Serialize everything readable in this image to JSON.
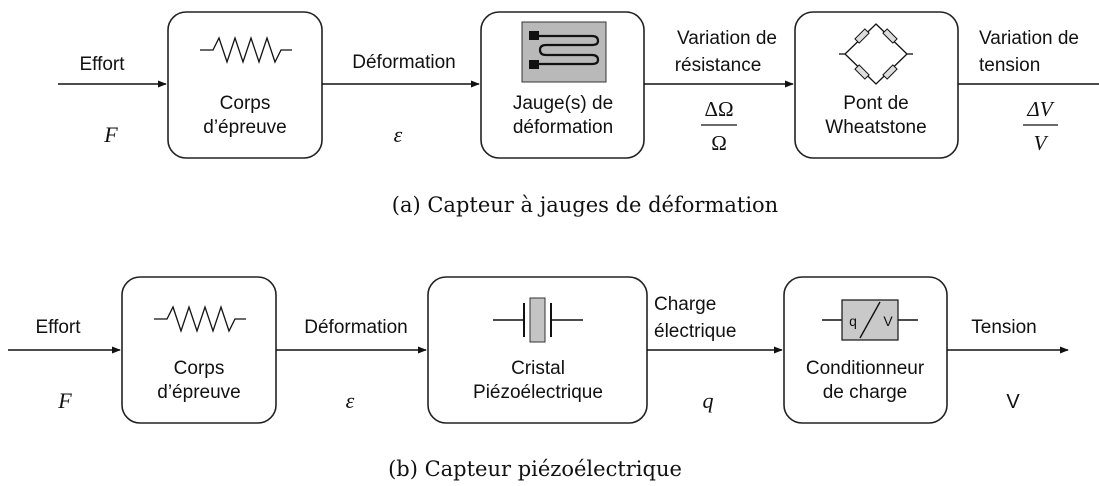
{
  "diagram_a": {
    "input_label": "Effort",
    "input_symbol": "F",
    "block1_line1": "Corps",
    "block1_line2": "d’épreuve",
    "signal1_label": "Déformation",
    "signal1_symbol": "ε",
    "block2_line1": "Jauge(s) de",
    "block2_line2": "déformation",
    "signal2_label_line1": "Variation de",
    "signal2_label_line2": "résistance",
    "signal2_numerator": "ΔΩ",
    "signal2_denominator": "Ω",
    "block3_line1": "Pont de",
    "block3_line2": "Wheatstone",
    "output_label_line1": "Variation de",
    "output_label_line2": "tension",
    "output_numerator": "ΔV",
    "output_denominator": "V",
    "caption": "(a) Capteur à jauges de déformation"
  },
  "diagram_b": {
    "input_label": "Effort",
    "input_symbol": "F",
    "block1_line1": "Corps",
    "block1_line2": "d’épreuve",
    "signal1_label": "Déformation",
    "signal1_symbol": "ε",
    "block2_line1": "Cristal",
    "block2_line2": "Piézoélectrique",
    "signal2_label_line1": "Charge",
    "signal2_label_line2": "électrique",
    "signal2_symbol": "q",
    "block3_line1": "Conditionneur",
    "block3_line2": "de charge",
    "block3_icon_left": "q",
    "block3_icon_right": "V",
    "output_label": "Tension",
    "output_symbol": "V",
    "caption": "(b) Capteur piézoélectrique"
  }
}
